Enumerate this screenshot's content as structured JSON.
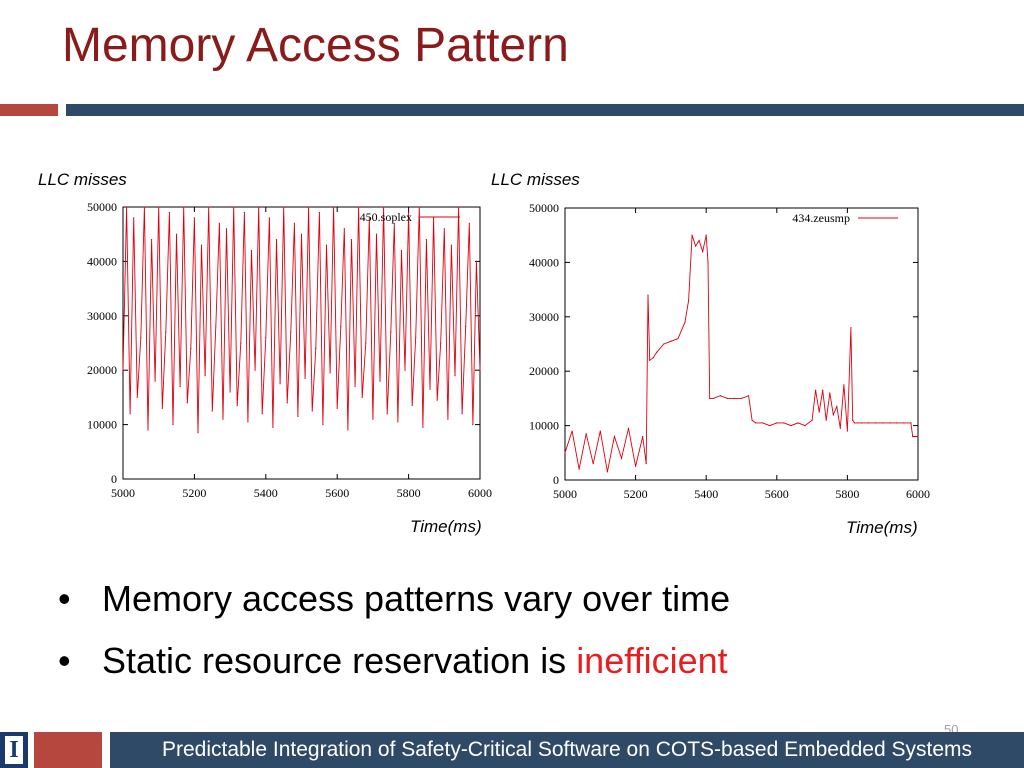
{
  "slide": {
    "title": "Memory Access Pattern",
    "page_number": "50",
    "footer": "Predictable Integration of Safety-Critical Software on COTS-based Embedded Systems",
    "logo_letter": "I",
    "colors": {
      "title": "#8b1a1a",
      "accent_red": "#b5473f",
      "accent_blue": "#2f4a66",
      "highlight": "#e81e1e",
      "series": "#e0000f"
    }
  },
  "bullets": [
    {
      "text": "Memory access patterns vary over time",
      "highlight": ""
    },
    {
      "text": "Static resource reservation is ",
      "highlight": "inefficient"
    }
  ],
  "chart_data": [
    {
      "type": "line",
      "ylabel": "LLC misses",
      "xlabel": "Time(ms)",
      "xlim": [
        5000,
        6000
      ],
      "ylim": [
        0,
        50000
      ],
      "xticks": [
        "5000",
        "5200",
        "5400",
        "5600",
        "5800",
        "6000"
      ],
      "yticks": [
        "0",
        "10000",
        "20000",
        "30000",
        "40000",
        "50000"
      ],
      "legend": "top-right",
      "series": [
        {
          "name": "450.soplex",
          "x": [
            5000,
            5010,
            5020,
            5030,
            5040,
            5050,
            5060,
            5070,
            5080,
            5090,
            5100,
            5110,
            5120,
            5130,
            5140,
            5150,
            5160,
            5170,
            5180,
            5190,
            5200,
            5210,
            5220,
            5230,
            5240,
            5250,
            5260,
            5270,
            5280,
            5290,
            5300,
            5310,
            5320,
            5330,
            5340,
            5350,
            5360,
            5370,
            5380,
            5390,
            5400,
            5410,
            5420,
            5430,
            5440,
            5450,
            5460,
            5470,
            5480,
            5490,
            5500,
            5510,
            5520,
            5530,
            5540,
            5550,
            5560,
            5570,
            5580,
            5590,
            5600,
            5610,
            5620,
            5630,
            5640,
            5650,
            5660,
            5670,
            5680,
            5690,
            5700,
            5710,
            5720,
            5730,
            5740,
            5750,
            5760,
            5770,
            5780,
            5790,
            5800,
            5810,
            5820,
            5830,
            5840,
            5850,
            5860,
            5870,
            5880,
            5890,
            5900,
            5910,
            5920,
            5930,
            5940,
            5950,
            5960,
            5970,
            5980,
            5990,
            6000
          ],
          "values": [
            20000,
            50000,
            12000,
            48000,
            15000,
            26000,
            50000,
            9000,
            44000,
            18000,
            50000,
            13000,
            27000,
            49000,
            10000,
            45000,
            17000,
            50000,
            14000,
            24000,
            48000,
            8500,
            43000,
            19000,
            50000,
            12500,
            28000,
            47000,
            11000,
            46000,
            16000,
            50000,
            13500,
            25000,
            49000,
            10500,
            42000,
            20000,
            50000,
            12000,
            26000,
            48000,
            9500,
            44000,
            17500,
            50000,
            14000,
            27000,
            47000,
            11500,
            45000,
            18500,
            50000,
            12500,
            24000,
            49000,
            10000,
            43000,
            19500,
            50000,
            13000,
            28000,
            46000,
            9000,
            44000,
            17000,
            50000,
            15000,
            25000,
            48000,
            11000,
            45000,
            18000,
            50000,
            12000,
            27000,
            47000,
            10500,
            42000,
            20000,
            49000,
            13500,
            26000,
            50000,
            9500,
            44000,
            16500,
            48000,
            14500,
            25000,
            46000,
            11000,
            43000,
            19000,
            50000,
            12000,
            28000,
            47000,
            10000,
            40000,
            20000
          ]
        }
      ]
    },
    {
      "type": "line",
      "ylabel": "LLC misses",
      "xlabel": "Time(ms)",
      "xlim": [
        5000,
        6000
      ],
      "ylim": [
        0,
        50000
      ],
      "xticks": [
        "5000",
        "5200",
        "5400",
        "5600",
        "5800",
        "6000"
      ],
      "yticks": [
        "0",
        "10000",
        "20000",
        "30000",
        "40000",
        "50000"
      ],
      "legend": "top-right",
      "series": [
        {
          "name": "434.zeusmp",
          "x": [
            5000,
            5020,
            5040,
            5060,
            5080,
            5100,
            5120,
            5140,
            5160,
            5180,
            5200,
            5220,
            5230,
            5235,
            5240,
            5250,
            5260,
            5280,
            5300,
            5320,
            5340,
            5350,
            5360,
            5370,
            5380,
            5390,
            5400,
            5405,
            5410,
            5420,
            5440,
            5460,
            5480,
            5500,
            5520,
            5530,
            5540,
            5560,
            5580,
            5600,
            5620,
            5640,
            5660,
            5680,
            5700,
            5710,
            5720,
            5730,
            5740,
            5750,
            5760,
            5770,
            5780,
            5790,
            5800,
            5810,
            5815,
            5820,
            5830,
            5840,
            5860,
            5880,
            5900,
            5920,
            5940,
            5960,
            5980,
            5985,
            6000
          ],
          "values": [
            5000,
            9000,
            2000,
            8500,
            3000,
            9000,
            1500,
            8000,
            4000,
            9500,
            2500,
            8000,
            3000,
            34000,
            22000,
            22500,
            23500,
            25000,
            25500,
            26000,
            29000,
            33000,
            45000,
            43000,
            44000,
            42000,
            45000,
            40000,
            15000,
            15000,
            15500,
            15000,
            15000,
            15000,
            15500,
            11000,
            10500,
            10500,
            10000,
            10500,
            10500,
            10000,
            10500,
            10000,
            11000,
            16500,
            12500,
            16500,
            11000,
            16000,
            12000,
            13500,
            9500,
            17500,
            9000,
            28000,
            11000,
            10500,
            10500,
            10500,
            10500,
            10500,
            10500,
            10500,
            10500,
            10500,
            10500,
            8000,
            8000
          ]
        }
      ]
    }
  ]
}
